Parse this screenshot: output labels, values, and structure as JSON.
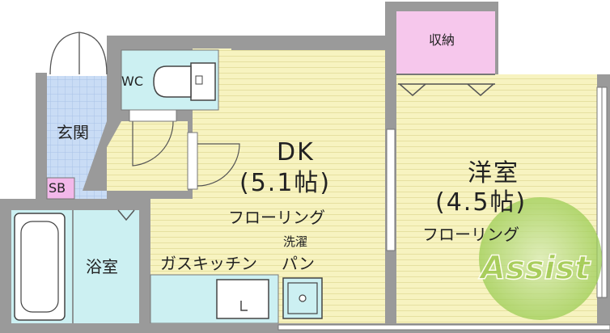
{
  "rooms": {
    "dk": {
      "name": "DK",
      "size": "(5.1帖)",
      "floor": "フローリング"
    },
    "western": {
      "name": "洋室",
      "size": "(4.5帖)",
      "floor": "フローリング"
    },
    "storage": "収納",
    "toilet": "WC",
    "entrance": "玄関",
    "shoe_box": "SB",
    "bath": "浴室",
    "kitchen": "ガスキッチン",
    "washer_pan": [
      "洗濯",
      "パン"
    ]
  },
  "watermark": "Assist",
  "colors": {
    "wall": "#9a9a9a",
    "floor_wood": "#f7f3c0",
    "floor_stripe": "#ece7a6",
    "tile": "#c9dcf5",
    "wet_area": "#ccf0f2",
    "storage": "#f6c7ec",
    "shoe_box": "#f3b8ea",
    "logo_green": "#8fc23c"
  }
}
